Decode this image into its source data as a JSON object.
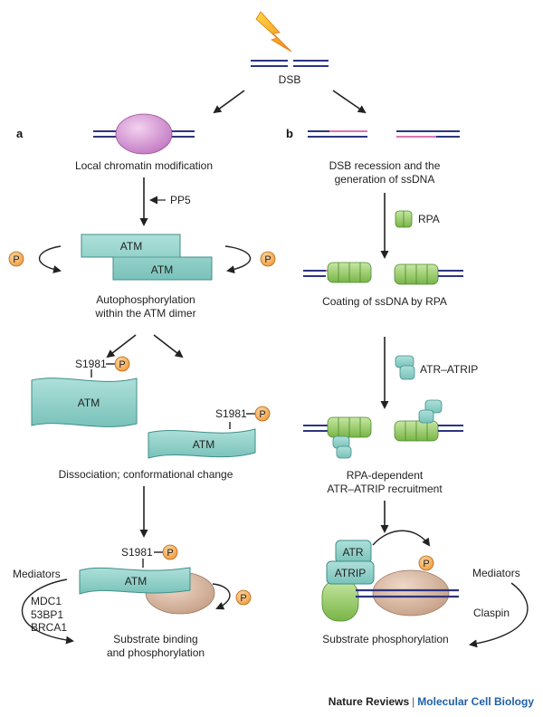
{
  "colors": {
    "dna": "#2c3580",
    "ssdna": "#d975b4",
    "atm": "#8fd2cb",
    "atm_stroke": "#3f8f89",
    "rpa": "#8fc95a",
    "phospho": "#f0a24a",
    "chromatin": "#cc88cc",
    "substrate": "#d6b39a",
    "blue_text": "#1f5fa8"
  },
  "top": {
    "dsb_label": "DSB"
  },
  "panel_a": {
    "letter": "a",
    "step1": "Local chromatin modification",
    "pp5": "PP5",
    "atm_dimer_top": "ATM",
    "atm_dimer_bottom": "ATM",
    "step2_line1": "Autophosphorylation",
    "step2_line2": "within the ATM dimer",
    "atm_mono_left": "ATM",
    "atm_mono_right": "ATM",
    "s1981_left": "S1981",
    "s1981_right": "S1981",
    "step3": "Dissociation; conformational change",
    "s1981_bottom": "S1981",
    "atm_bottom": "ATM",
    "mediators": "Mediators",
    "mediator_list": [
      "MDC1",
      "53BP1",
      "BRCA1"
    ],
    "step4_line1": "Substrate binding",
    "step4_line2": "and phosphorylation"
  },
  "panel_b": {
    "letter": "b",
    "step1_line1": "DSB recession and the",
    "step1_line2": "generation of ssDNA",
    "rpa_label": "RPA",
    "step2": "Coating of ssDNA by RPA",
    "atr_atrip_label": "ATR–ATRIP",
    "step3_line1": "RPA-dependent",
    "step3_line2": "ATR–ATRIP recruitment",
    "atr": "ATR",
    "atrip": "ATRIP",
    "mediators": "Mediators",
    "claspin": "Claspin",
    "step4": "Substrate phosphorylation"
  },
  "phospho_label": "P",
  "footer": {
    "journal": "Nature Reviews",
    "section": "Molecular Cell Biology"
  }
}
